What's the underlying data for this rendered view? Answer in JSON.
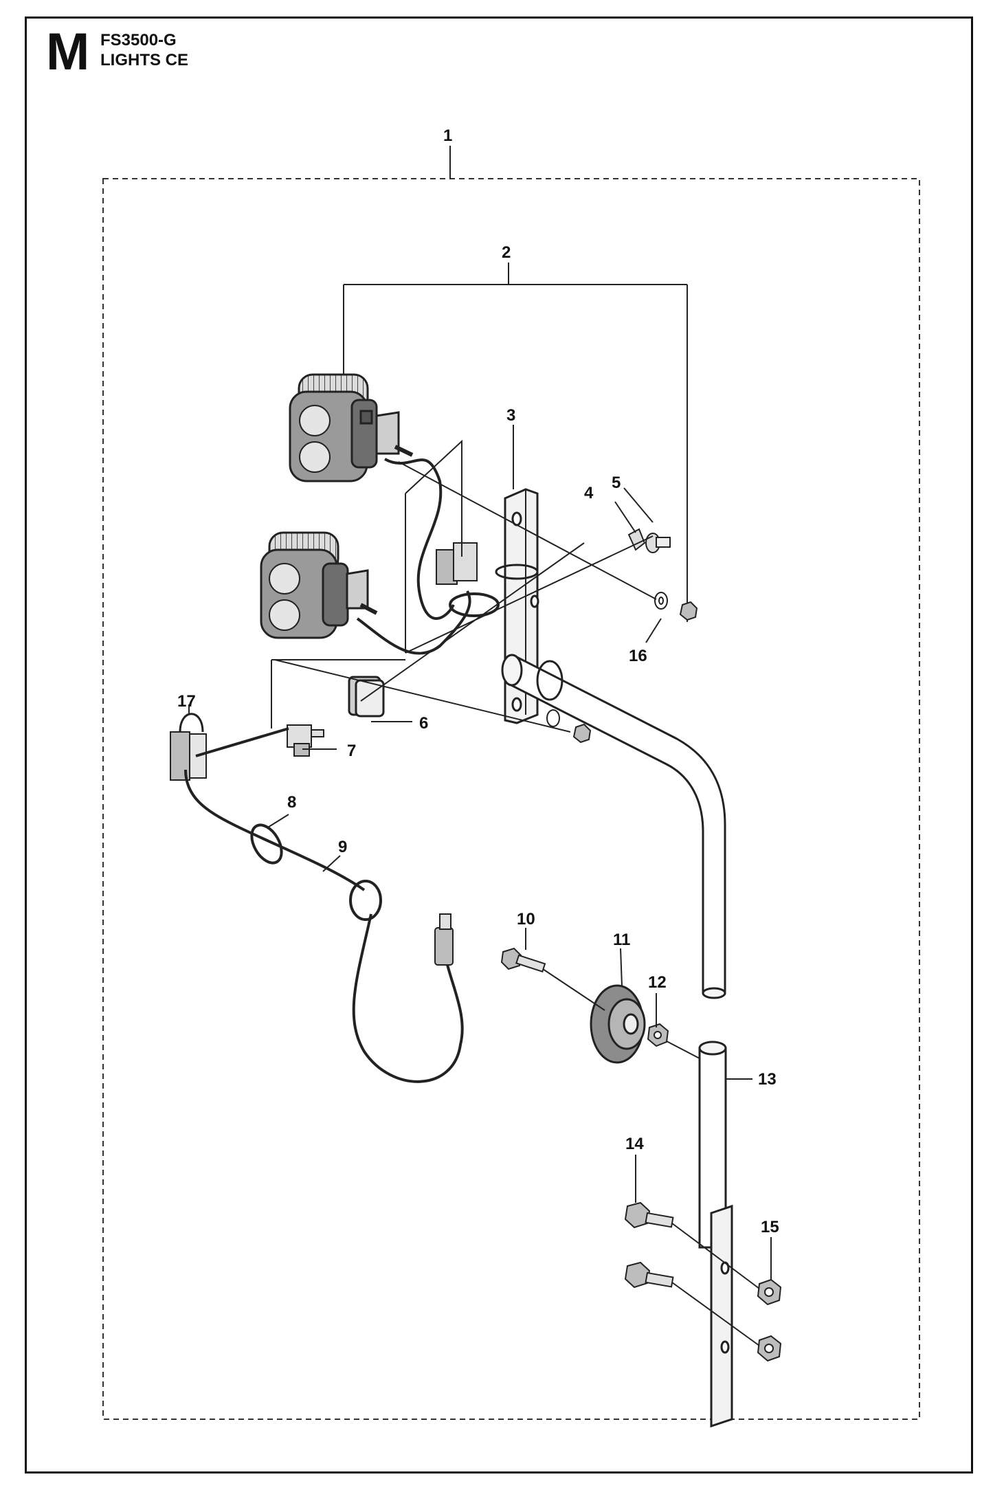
{
  "header": {
    "section_letter": "M",
    "model": "FS3500-G",
    "subtitle": "LIGHTS CE"
  },
  "callouts": [
    {
      "id": "1",
      "label": "1"
    },
    {
      "id": "2",
      "label": "2"
    },
    {
      "id": "3",
      "label": "3"
    },
    {
      "id": "4",
      "label": "4"
    },
    {
      "id": "5",
      "label": "5"
    },
    {
      "id": "6",
      "label": "6"
    },
    {
      "id": "7",
      "label": "7"
    },
    {
      "id": "8",
      "label": "8"
    },
    {
      "id": "9",
      "label": "9"
    },
    {
      "id": "10",
      "label": "10"
    },
    {
      "id": "11",
      "label": "11"
    },
    {
      "id": "12",
      "label": "12"
    },
    {
      "id": "13",
      "label": "13"
    },
    {
      "id": "14",
      "label": "14"
    },
    {
      "id": "15",
      "label": "15"
    },
    {
      "id": "16",
      "label": "16"
    },
    {
      "id": "17",
      "label": "17"
    }
  ]
}
